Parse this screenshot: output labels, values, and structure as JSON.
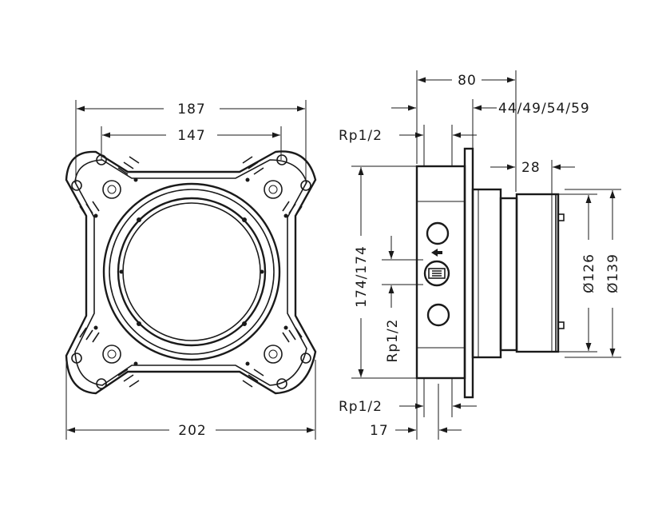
{
  "front_view": {
    "dim_outer_width": "187",
    "dim_inner_width": "147",
    "dim_overall_width": "202"
  },
  "side_view": {
    "dim_depth": "80",
    "dim_projections": "44/49/54/59",
    "dim_flange": "28",
    "dim_height": "174/174",
    "dim_diameter_inner": "Ø126",
    "dim_diameter_outer": "Ø139",
    "thread_top": "Rp1/2",
    "thread_mid": "Rp1/2",
    "thread_bottom": "Rp1/2",
    "dim_offset": "17"
  }
}
